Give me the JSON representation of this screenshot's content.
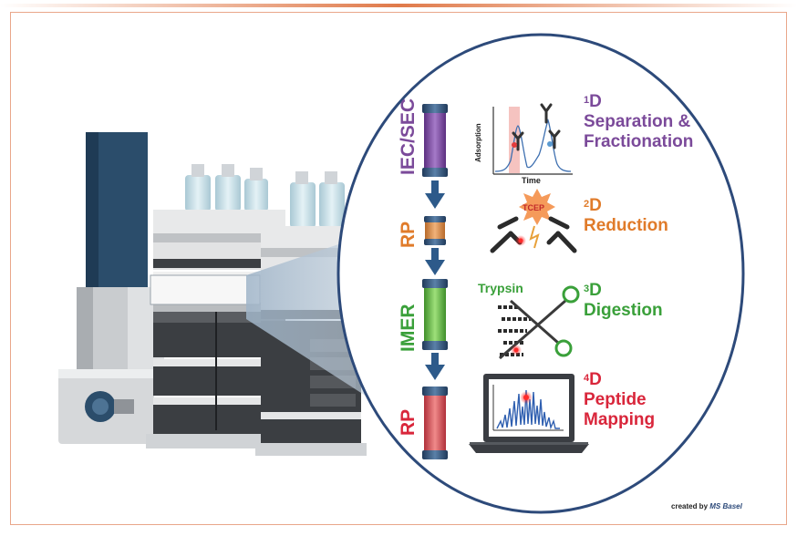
{
  "steps": [
    {
      "column_label": "IEC/SEC",
      "dim_number": "1",
      "dim_letter": "D",
      "title_line1": "Separation &",
      "title_line2": "Fractionation",
      "color": "#7b4a9a"
    },
    {
      "column_label": "RP",
      "dim_number": "2",
      "dim_letter": "D",
      "title_line1": "Reduction",
      "title_line2": "",
      "color": "#e07b2a"
    },
    {
      "column_label": "IMER",
      "dim_number": "3",
      "dim_letter": "D",
      "title_line1": "Digestion",
      "title_line2": "",
      "color": "#3aa03a"
    },
    {
      "column_label": "RP",
      "dim_number": "4",
      "dim_letter": "D",
      "title_line1": "Peptide",
      "title_line2": "Mapping",
      "color": "#d9263b"
    }
  ],
  "chromatogram": {
    "ylabel": "Adsorption",
    "xlabel": "Time"
  },
  "reagents": {
    "reduction": "TCEP",
    "digestion": "Trypsin"
  },
  "credit": {
    "prefix": "created by",
    "logo": "MS Basel"
  },
  "colors": {
    "ellipse_border": "#2d4a7a",
    "arrow": "#2d5a8a",
    "frame": "#e9a68a",
    "top_bar": "#e07a4a"
  }
}
